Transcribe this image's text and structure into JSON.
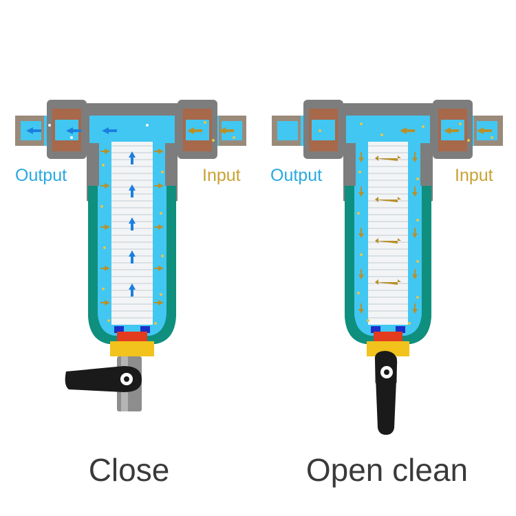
{
  "panels": [
    {
      "state_label": "Close",
      "output_label": "Output",
      "input_label": "Input",
      "valve": "closed"
    },
    {
      "state_label": "Open clean",
      "output_label": "Output",
      "input_label": "Input",
      "valve": "open"
    }
  ],
  "colors": {
    "output_label": "#29a8e0",
    "input_label": "#c9a133",
    "water": "#41c7f2",
    "housing_gray": "#7d7d7d",
    "bowl_teal": "#0f8f7e",
    "nut_brown": "#a8684a",
    "handle_black": "#1a1a1a",
    "flow_arrow_clean": "#1b7fe0",
    "flow_arrow_dirty": "#b8902a",
    "seal_blue": "#1c2fc8",
    "plug_red": "#e23b1e",
    "plug_yellow": "#f2c21d"
  },
  "icons": [
    "flow-arrow-icon",
    "valve-handle-icon",
    "sediment-dot-icon"
  ]
}
